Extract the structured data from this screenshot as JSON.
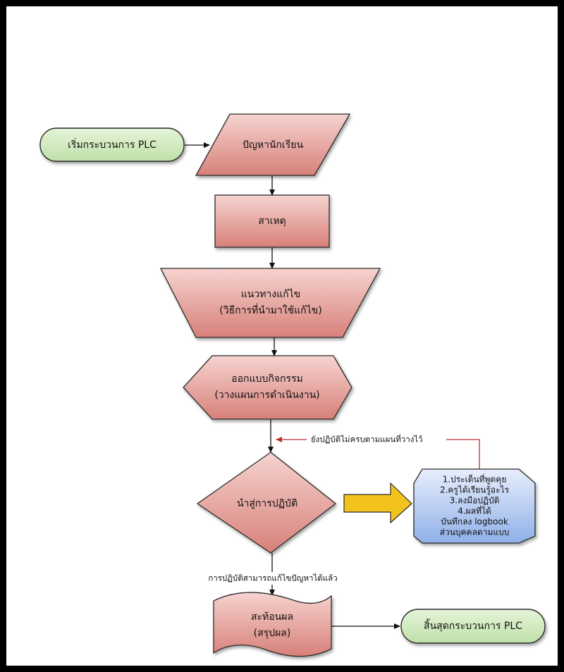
{
  "nodes": {
    "start": "เริ่มกระบวนการ PLC",
    "problem": "ปัญหานักเรียน",
    "cause": "สาเหตุ",
    "solution_line1": "แนวทางแก้ไข",
    "solution_line2": "(วิธีการที่นำมาใช้แก้ไข)",
    "design_line1": "ออกแบบกิจกรรม",
    "design_line2": "(วางแผนการดำเนินงาน)",
    "practice": "นำสู่การปฏิบัติ",
    "reflect_line1": "สะท้อนผล",
    "reflect_line2": "(สรุปผล)",
    "end": "สิ้นสุดกระบวนการ PLC"
  },
  "note": {
    "lines": [
      "1.ประเด็นที่พูดคุย",
      "2.ครูได้เรียนรู้อะไร",
      "3.ลงมือปฏิบัติ",
      "4.ผลที่ได้",
      "บันทึกลง logbook",
      "ส่วนบุคคลตามแบบ"
    ]
  },
  "edges": {
    "loop_label": "ยังปฏิบัติไม่ครบตามแผนที่วางไว้",
    "done_label": "การปฏิบัติสามารถแก้ไขปัญหาได้แล้ว"
  },
  "colors": {
    "green_fill": "#d3ecc4",
    "green_stroke": "#2b2b2b",
    "red_top": "#f6d3cf",
    "red_bottom": "#d8807a",
    "blue_top": "#e7eefc",
    "blue_bottom": "#8fb0e8",
    "arrow_yellow": "#f3c21c",
    "loop_red": "#b9302a"
  }
}
